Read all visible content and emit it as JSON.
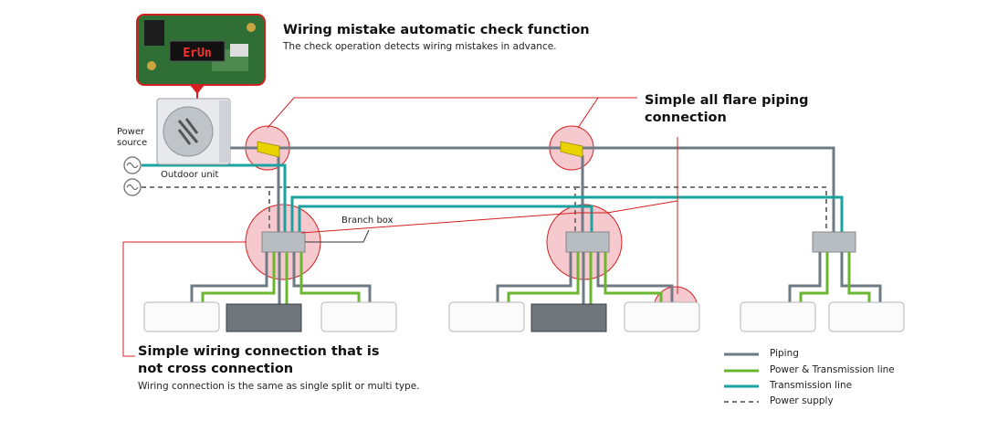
{
  "callouts": {
    "wiring_check_title": "Wiring mistake automatic check function",
    "wiring_check_desc": "The check operation detects wiring mistakes in advance.",
    "flare_title_line1": "Simple all flare piping",
    "flare_title_line2": "connection",
    "simple_wiring_line1": "Simple wiring connection that is",
    "simple_wiring_line2": "not cross connection",
    "simple_wiring_desc": "Wiring connection is the same as single split or multi type."
  },
  "labels": {
    "power_source_line1": "Power",
    "power_source_line2": "source",
    "outdoor_unit": "Outdoor unit",
    "branch_box": "Branch box",
    "display_code": "ErUn"
  },
  "legend": [
    {
      "label": "Piping",
      "color": "#6e7b85",
      "style": "solid"
    },
    {
      "label": "Power & Transmission line",
      "color": "#6ab72f",
      "style": "solid"
    },
    {
      "label": "Transmission line",
      "color": "#1aa3a0",
      "style": "solid"
    },
    {
      "label": "Power supply",
      "color": "#777777",
      "style": "dashed"
    }
  ],
  "colors": {
    "piping": "#6e7b85",
    "power_transmission": "#6ab72f",
    "transmission": "#1aa3a0",
    "power_supply": "#777777",
    "highlight_red": "#d42020",
    "highlight_fill": "#f6c9cf"
  }
}
